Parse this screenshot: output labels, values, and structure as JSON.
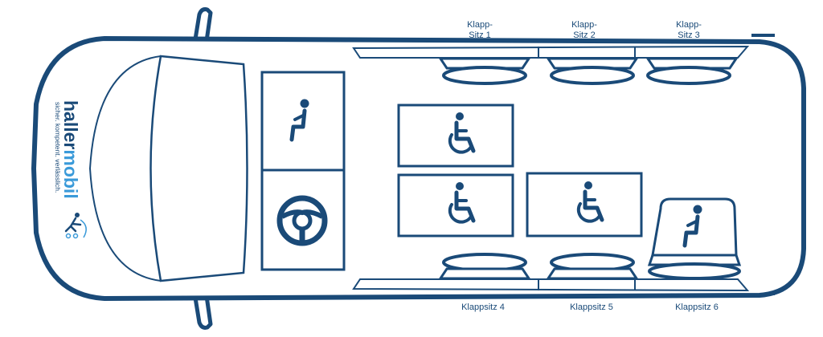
{
  "colors": {
    "outline": "#1a4a78",
    "accent": "#3a9ad9",
    "background": "#ffffff"
  },
  "logo": {
    "name_part1": "haller",
    "name_part2": "mobil",
    "tagline": "sicher.   kompetent.   verlässlich.",
    "icon": "person-with-trolley-icon"
  },
  "seats_top": [
    {
      "line1": "Klapp-",
      "line2": "Sitz 1"
    },
    {
      "line1": "Klapp-",
      "line2": "Sitz 2"
    },
    {
      "line1": "Klapp-",
      "line2": "Sitz 3"
    }
  ],
  "seats_bottom": [
    {
      "label": "Klappsitz 4"
    },
    {
      "label": "Klappsitz 5"
    },
    {
      "label": "Klappsitz 6"
    }
  ],
  "icons": {
    "passenger": "seated-passenger-icon",
    "steering": "steering-wheel-icon",
    "wheelchair": "wheelchair-icon"
  }
}
